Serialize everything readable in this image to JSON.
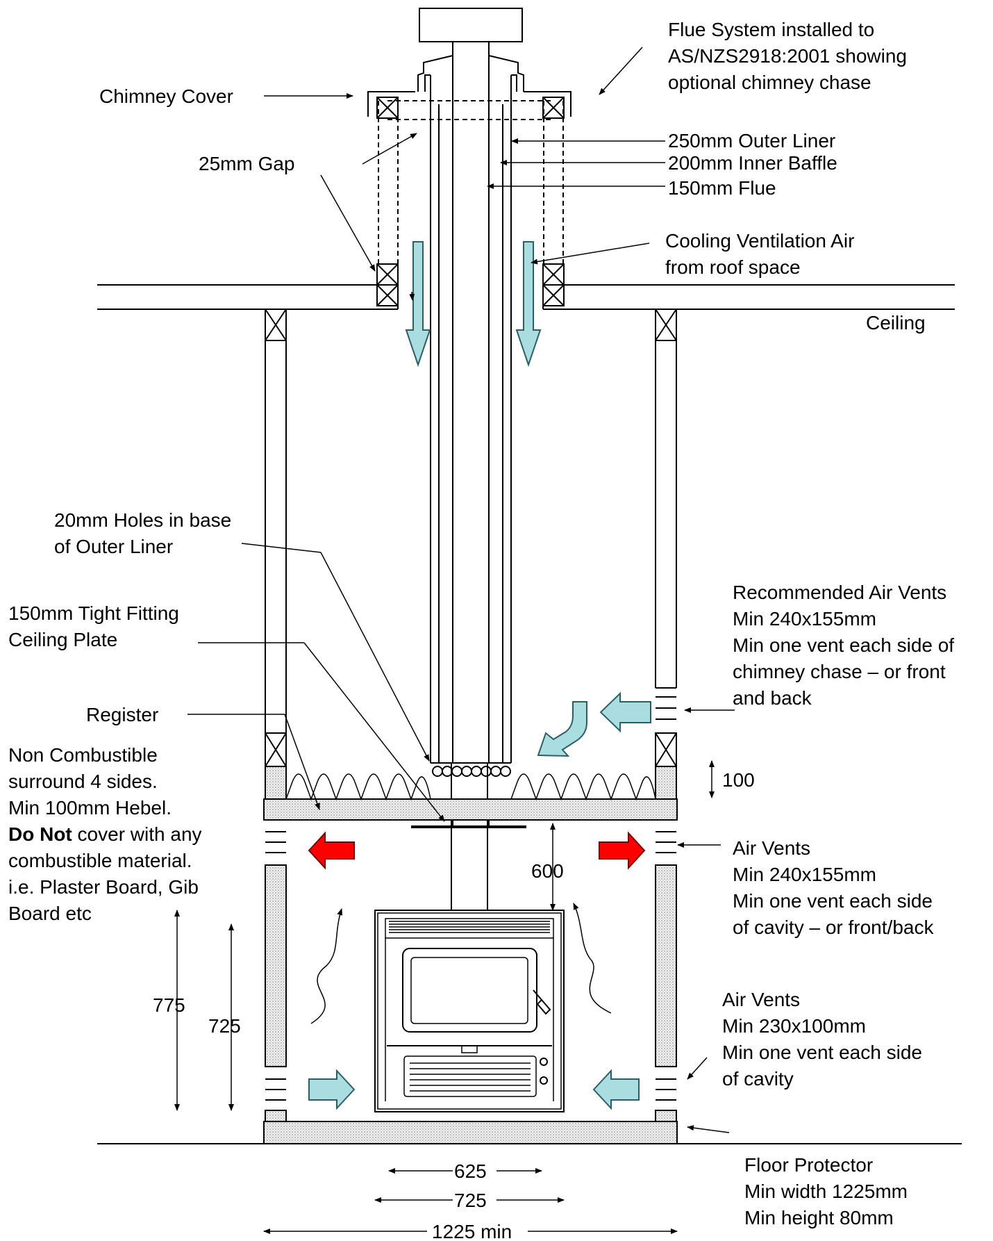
{
  "labels": {
    "flue_system_1": "Flue System installed to",
    "flue_system_2": "AS/NZS2918:2001 showing",
    "flue_system_3": "optional chimney chase",
    "chimney_cover": "Chimney Cover",
    "gap": "25mm Gap",
    "outer_liner": "250mm Outer Liner",
    "inner_baffle": "200mm Inner Baffle",
    "flue": "150mm Flue",
    "cooling_air_1": "Cooling Ventilation Air",
    "cooling_air_2": "from roof space",
    "ceiling": "Ceiling",
    "holes_1": "20mm Holes in base",
    "holes_2": "of Outer Liner",
    "ceiling_plate_1": "150mm Tight Fitting",
    "ceiling_plate_2": "Ceiling Plate",
    "register": "Register",
    "rec_vents_1": "Recommended Air Vents",
    "rec_vents_2": "Min 240x155mm",
    "rec_vents_3": "Min one vent each side of",
    "rec_vents_4": "chimney chase – or front",
    "rec_vents_5": "and back",
    "surround_1": "Non Combustible",
    "surround_2": "surround 4 sides.",
    "surround_3": "Min 100mm Hebel.",
    "surround_bold": "Do Not",
    "surround_4_rest": " cover with any",
    "surround_5": "combustible material.",
    "surround_6": "i.e. Plaster Board, Gib",
    "surround_7": "Board etc",
    "air_vents_mid_1": "Air Vents",
    "air_vents_mid_2": "Min 240x155mm",
    "air_vents_mid_3": "Min one vent each side",
    "air_vents_mid_4": "of cavity – or front/back",
    "air_vents_low_1": "Air Vents",
    "air_vents_low_2": "Min 230x100mm",
    "air_vents_low_3": "Min one vent each side",
    "air_vents_low_4": "of cavity",
    "floor_1": "Floor Protector",
    "floor_2": "Min width 1225mm",
    "floor_3": "Min height 80mm"
  },
  "dimensions": {
    "d100": "100",
    "d600": "600",
    "d775": "775",
    "d725_height": "725",
    "d625": "625",
    "d725_width": "725",
    "d1225": "1225 min"
  },
  "colors": {
    "cool_air": "#a9dde0",
    "hot_air": "#ff0000"
  }
}
